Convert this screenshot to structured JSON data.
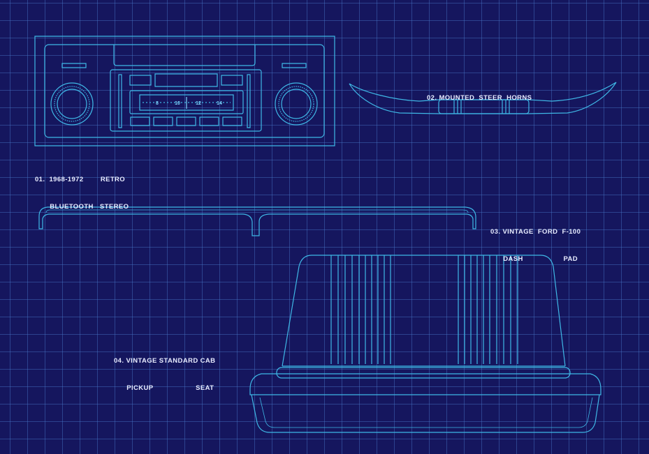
{
  "blueprint": {
    "colors": {
      "background": "#15165e",
      "grid": "#4678c8",
      "line_art": "#3fb8e6",
      "caption_text": "#e8ecff"
    },
    "items": [
      {
        "caption_line_1": "01.  1968-1972        RETRO",
        "caption_line_2": "       BLUETOOTH   STEREO",
        "dial_numbers": [
          "8",
          "10",
          "12",
          "14"
        ]
      },
      {
        "caption_line_1": "02. MOUNTED  STEER  HORNS"
      },
      {
        "caption_line_1": "03. VINTAGE  FORD  F-100",
        "caption_line_2": "      DASH                   PAD"
      },
      {
        "caption_line_1": "04. VINTAGE STANDARD CAB",
        "caption_line_2": "      PICKUP                    SEAT"
      }
    ]
  }
}
